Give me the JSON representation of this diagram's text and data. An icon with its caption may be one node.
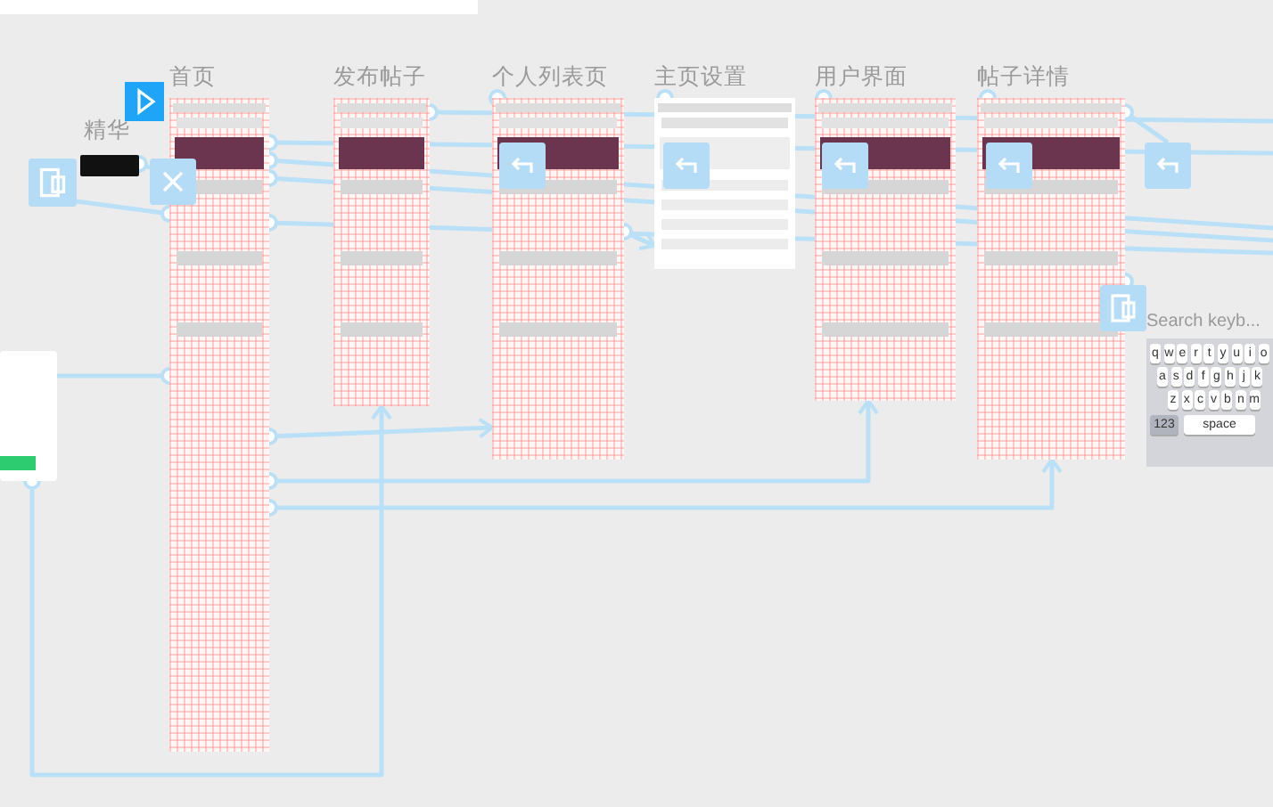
{
  "diagram": {
    "nodes": [
      {
        "text": [
          "精华"
        ]
      },
      {
        "text": [],
        "shape": "box"
      },
      {
        "text": [
          "首页"
        ]
      },
      {
        "text": [
          "发布帖子"
        ]
      },
      {
        "text": [
          "个人列表页"
        ]
      },
      {
        "text": [
          "主页设置"
        ]
      },
      {
        "text": [
          "用户界面"
        ]
      },
      {
        "text": [
          "帖子详情"
        ]
      },
      {
        "text": [
          "Search keyb..."
        ]
      },
      {
        "text": [],
        "shape": "box"
      },
      {
        "text": [],
        "shape": "box"
      },
      {
        "text": [],
        "shape": "box",
        "in": 4
      },
      {
        "text": [],
        "shape": "box",
        "in": 5
      },
      {
        "text": [],
        "shape": "box",
        "in": 6
      },
      {
        "text": [],
        "shape": "box",
        "in": 7
      },
      {
        "text": [],
        "shape": "box"
      },
      {
        "text": [],
        "shape": "box"
      }
    ],
    "edges": [
      {
        "from": 2,
        "to": 6,
        "arrow": "to"
      },
      {
        "from": 7,
        "to": 14,
        "arrow": "other"
      },
      {
        "from": 2,
        "to": null,
        "arrow": "other"
      },
      {
        "from": 2,
        "to": null,
        "arrow": "other"
      },
      {
        "from": 0,
        "to": 10,
        "arrow": "other"
      },
      {
        "from": 2,
        "to": null,
        "arrow": "other"
      },
      {
        "from": 2,
        "to": 9,
        "arrow": "other"
      },
      {
        "from": 2,
        "to": null,
        "arrow": "other"
      },
      {
        "from": 2,
        "to": 4,
        "arrow": "to"
      },
      {
        "from": 2,
        "to": 1,
        "arrow": "other"
      },
      {
        "from": 1,
        "to": 3,
        "arrow": "to"
      },
      {
        "from": 3,
        "to": null,
        "arrow": "other"
      },
      {
        "from": 4,
        "to": 11,
        "arrow": "other"
      },
      {
        "from": 4,
        "to": 5,
        "arrow": "to"
      },
      {
        "from": 5,
        "to": 12,
        "arrow": "other"
      },
      {
        "from": 6,
        "to": 13,
        "arrow": "other"
      },
      {
        "from": 7,
        "to": 15,
        "arrow": "other"
      },
      {
        "from": 2,
        "to": 7,
        "arrow": "to"
      },
      {
        "from": 7,
        "to": 16,
        "arrow": "other"
      }
    ],
    "labels": [
      "q",
      "w",
      "e",
      "r",
      "t",
      "y",
      "u",
      "i",
      "o",
      "a",
      "s",
      "d",
      "f",
      "g",
      "h",
      "j",
      "k",
      "z",
      "x",
      "c",
      "v",
      "b",
      "n",
      "m",
      "123",
      "space"
    ]
  }
}
